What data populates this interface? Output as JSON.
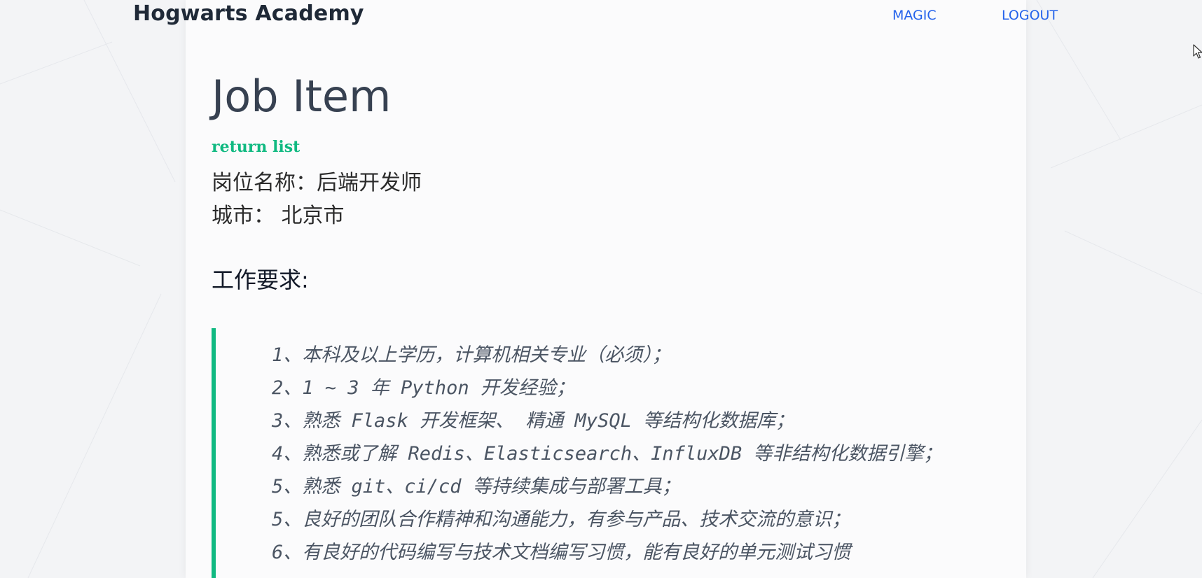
{
  "header": {
    "brand": "Hogwarts Academy",
    "nav": {
      "magic": "MAGIC",
      "logout": "LOGOUT"
    }
  },
  "page": {
    "title": "Job Item",
    "return_link": "return list",
    "position_line": "岗位名称：后端开发师",
    "city_line": "城市： 北京市",
    "requirements_heading": "工作要求:"
  },
  "requirements": [
    "1、本科及以上学历，计算机相关专业（必须）；",
    "2、1 ~ 3 年 Python 开发经验；",
    "3、熟悉 Flask 开发框架、 精通 MySQL 等结构化数据库；",
    "4、熟悉或了解 Redis、Elasticsearch、InfluxDB 等非结构化数据引擎；",
    "5、熟悉 git、ci/cd 等持续集成与部署工具；",
    "5、良好的团队合作精神和沟通能力，有参与产品、技术交流的意识；",
    "6、有良好的代码编写与技术文档编写习惯，能有良好的单元测试习惯"
  ],
  "colors": {
    "accent": "#10b981",
    "nav_link": "#2563eb",
    "background": "#f3f4f6",
    "card": "#fbfbfc"
  },
  "icons": {
    "cursor": "mouse-pointer-icon"
  }
}
